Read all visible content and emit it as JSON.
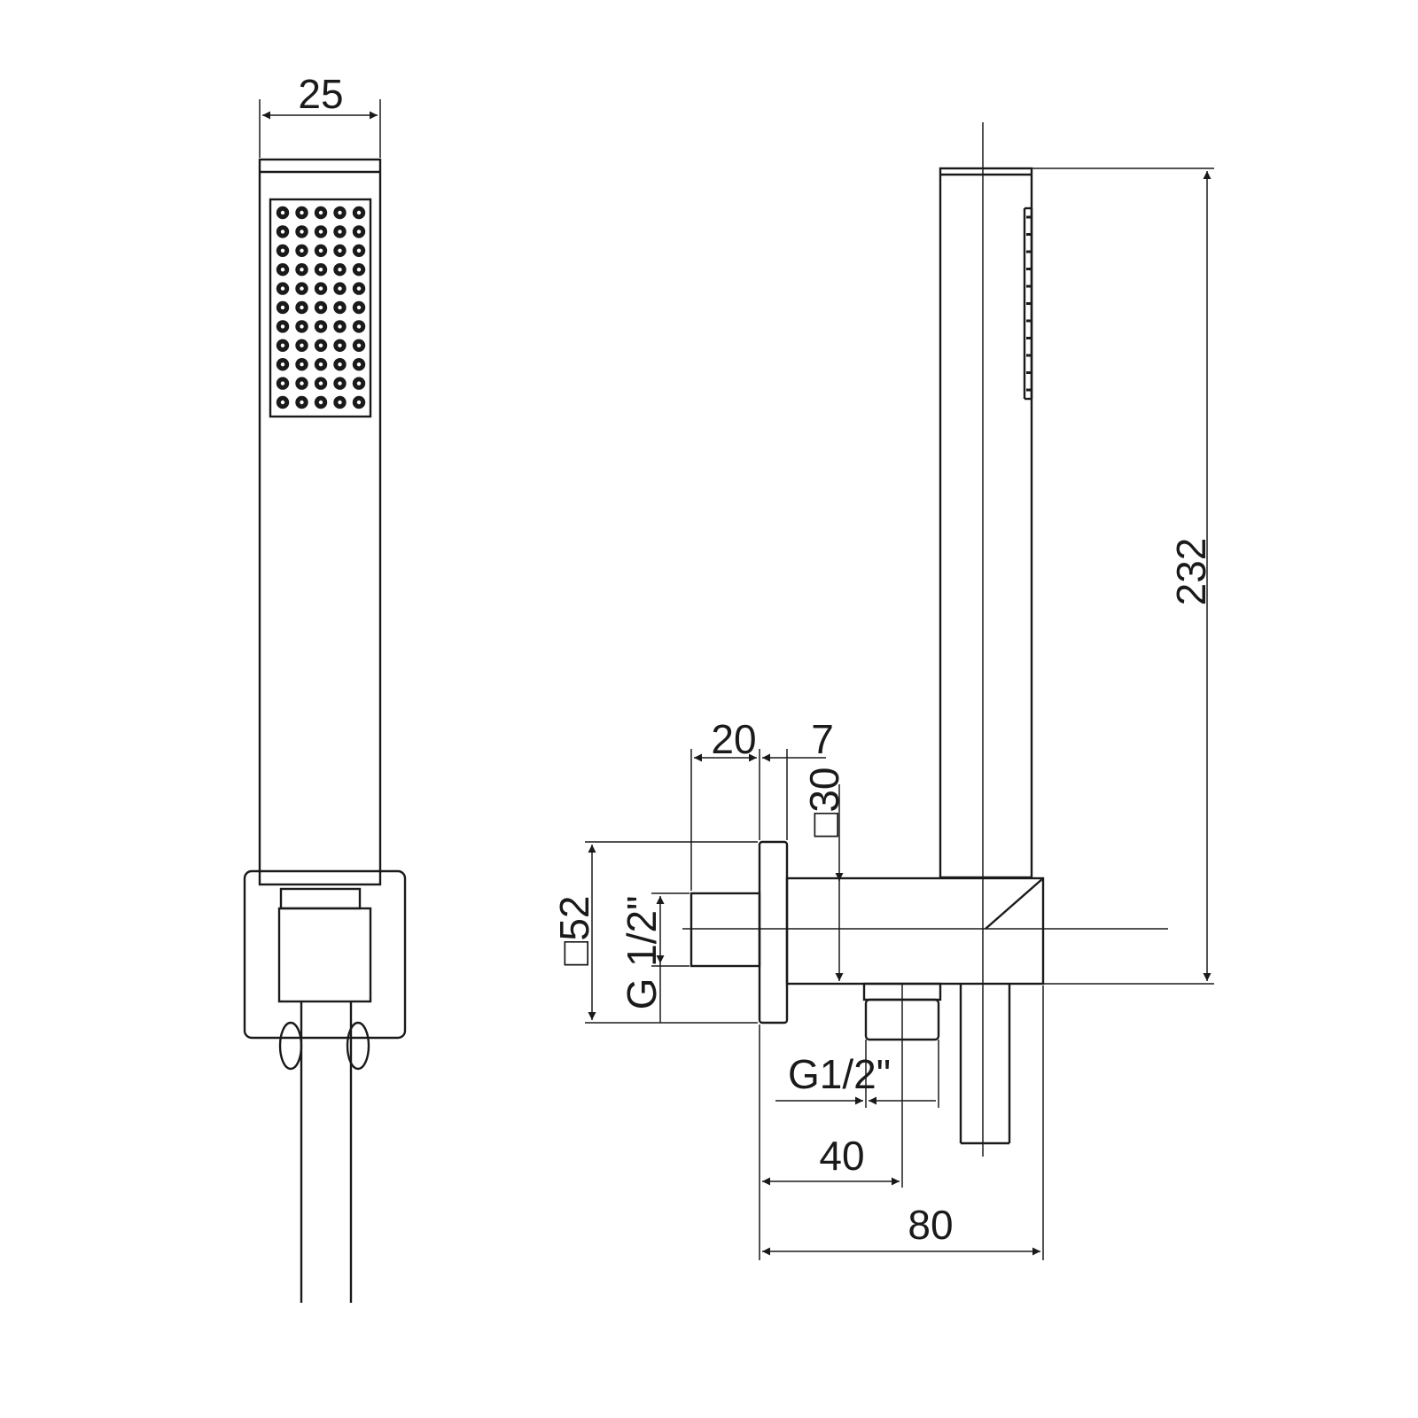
{
  "dimensions": {
    "width_front": "25",
    "height_total": "232",
    "flange_depth": "20",
    "flange_thickness": "7",
    "body_square": "□30",
    "flange_square": "□52",
    "inlet_thread": "G 1/2\"",
    "outlet_thread": "G1/2\"",
    "outlet_offset": "40",
    "projection": "80"
  },
  "nozzle_grid": {
    "rows": 11,
    "cols": 5
  }
}
